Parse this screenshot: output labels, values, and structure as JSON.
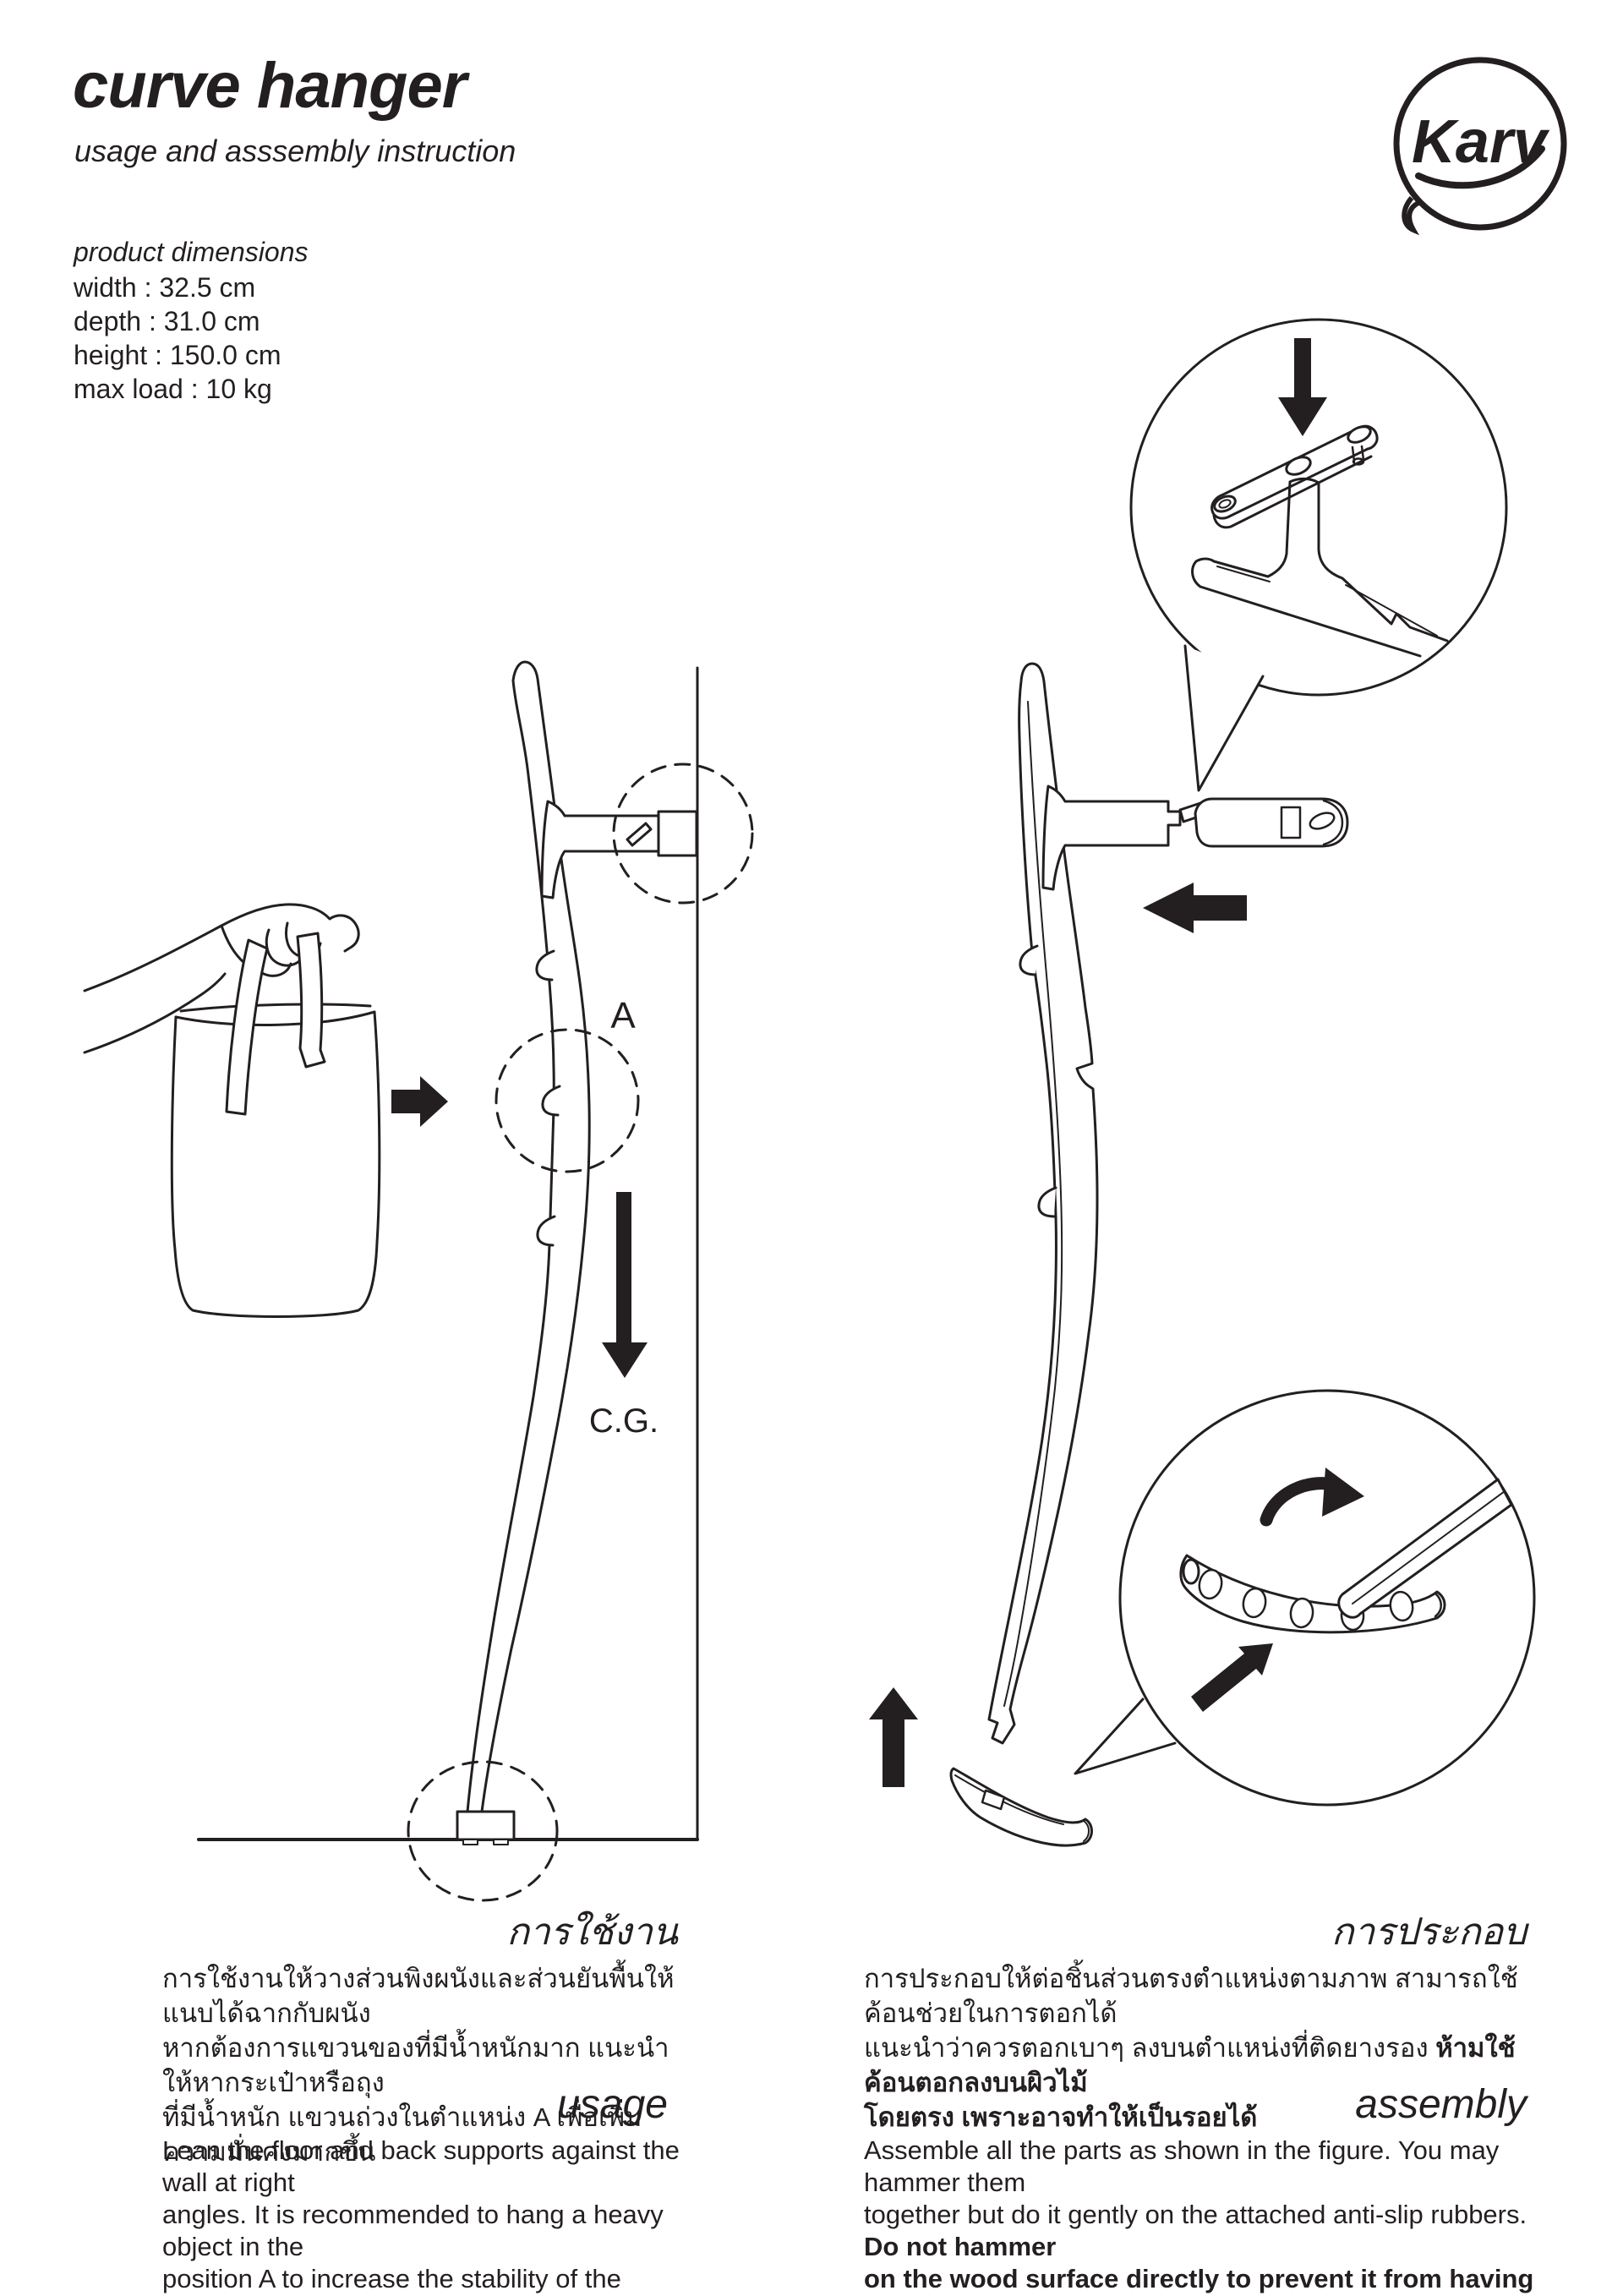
{
  "header": {
    "title": "curve hanger",
    "subtitle": "usage and asssembly instruction"
  },
  "logo": {
    "brand": "Karv"
  },
  "dimensions": {
    "heading": "product dimensions",
    "lines": [
      "width : 32.5 cm",
      "depth :  31.0 cm",
      "height : 150.0 cm",
      "max load : 10 kg"
    ]
  },
  "diagram_labels": {
    "position_a": "A",
    "center_of_gravity": "C.G."
  },
  "sections": {
    "usage_th": {
      "heading": "การใช้งาน",
      "lines": [
        "การใช้งานให้วางส่วนพิงผนังและส่วนยันพื้นให้แนบได้ฉากกับผนัง",
        "หากต้องการแขวนของที่มีน้ำหนักมาก แนะนำให้หากระเป๋าหรือถุง",
        "ที่มีน้ำหนัก แขวนถ่วงในตำแหน่ง A เพื่อเพิ่มความมั่นคงมากขึ้น"
      ]
    },
    "usage_en": {
      "heading": "usage",
      "lines": [
        "Lean the floor and back supports against the wall at right",
        "angles. It is recommended to hang a heavy object in the",
        "position A to increase the stability of the hanger."
      ]
    },
    "assembly_th": {
      "heading": "การประกอบ",
      "line1": "การประกอบให้ต่อชิ้นส่วนตรงตำแหน่งตามภาพ สามารถใช้ค้อนช่วยในการตอกได้",
      "line2_normal": "แนะนำว่าควรตอกเบาๆ ลงบนตำแหน่งที่ติดยางรอง ",
      "line2_bold": "ห้ามใช้ค้อนตอกลงบนผิวไม้",
      "line3_bold": "โดยตรง เพราะอาจทำให้เป็นรอยได้"
    },
    "assembly_en": {
      "heading": "assembly",
      "line1": "Assemble all the parts as shown in the figure. You may hammer them",
      "line2_normal": "together but do it gently on the attached anti-slip rubbers. ",
      "line2_bold": "Do not hammer",
      "line3_bold": "on the wood surface directly to prevent it from having scratches."
    }
  },
  "colors": {
    "ink": "#231f20",
    "background": "#ffffff"
  }
}
